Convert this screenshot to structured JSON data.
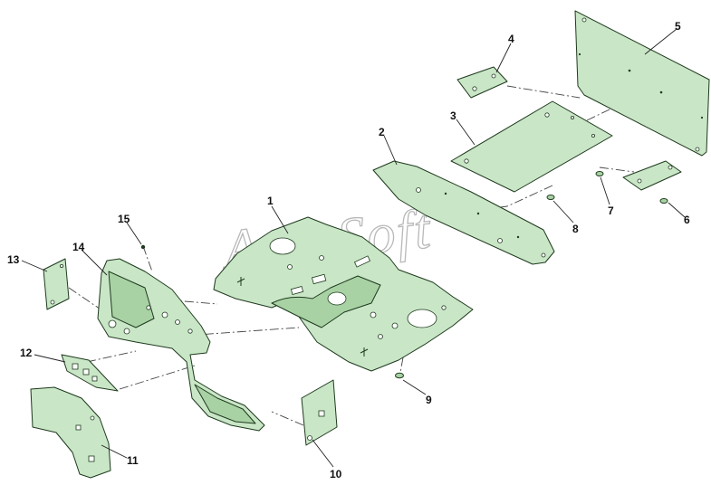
{
  "watermark": "AutoSoft",
  "callouts": [
    {
      "id": "1",
      "label": "1"
    },
    {
      "id": "2",
      "label": "2"
    },
    {
      "id": "3",
      "label": "3"
    },
    {
      "id": "4",
      "label": "4"
    },
    {
      "id": "5",
      "label": "5"
    },
    {
      "id": "6",
      "label": "6"
    },
    {
      "id": "7",
      "label": "7"
    },
    {
      "id": "8",
      "label": "8"
    },
    {
      "id": "9",
      "label": "9"
    },
    {
      "id": "10",
      "label": "10"
    },
    {
      "id": "11",
      "label": "11"
    },
    {
      "id": "12",
      "label": "12"
    },
    {
      "id": "13",
      "label": "13"
    },
    {
      "id": "14",
      "label": "14"
    },
    {
      "id": "15",
      "label": "15"
    }
  ],
  "colors": {
    "part_fill": "#c9e6c6",
    "outline": "#1e3a1e",
    "watermark": "#b9b9b9"
  }
}
